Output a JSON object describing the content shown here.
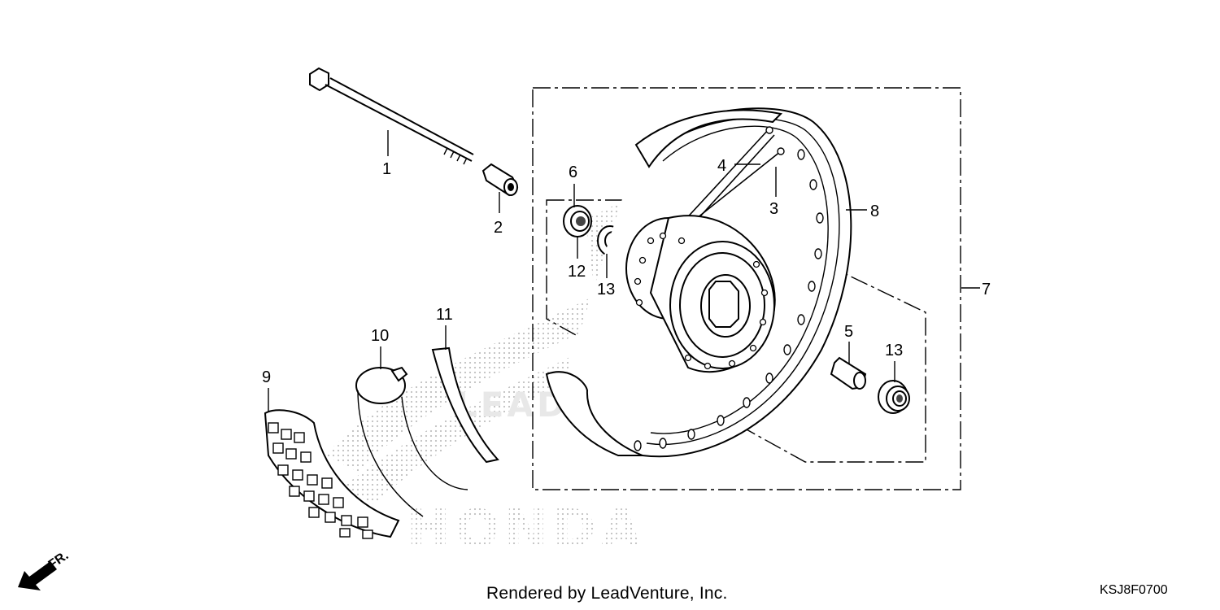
{
  "footer": {
    "credit": "Rendered by LeadVenture, Inc.",
    "diagram_code": "KSJ8F0700"
  },
  "direction_marker": {
    "label": "FR.",
    "icon": "arrow-down-left-icon"
  },
  "watermark": {
    "brand_text": "HONDA",
    "overlay_text": "LEADVENTURE"
  },
  "callouts": [
    {
      "id": "1",
      "part": "axle-bolt"
    },
    {
      "id": "2",
      "part": "collar"
    },
    {
      "id": "3",
      "part": "spoke"
    },
    {
      "id": "4",
      "part": "spoke"
    },
    {
      "id": "5",
      "part": "distance-collar"
    },
    {
      "id": "6",
      "part": "dust-seal"
    },
    {
      "id": "7",
      "part": "wheel-assembly"
    },
    {
      "id": "8",
      "part": "rim"
    },
    {
      "id": "9",
      "part": "tire"
    },
    {
      "id": "10",
      "part": "tube"
    },
    {
      "id": "11",
      "part": "rim-band"
    },
    {
      "id": "12",
      "part": "bearing"
    },
    {
      "id": "13",
      "part": "bearing"
    }
  ]
}
